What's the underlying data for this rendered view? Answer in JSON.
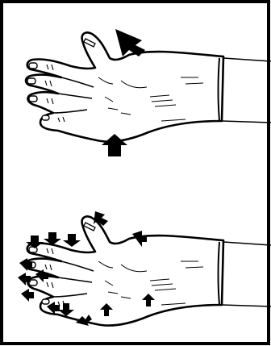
{
  "figure": {
    "panels": [
      {
        "id": "top",
        "subject": "gloved-hand",
        "markers": [
          "large-arrow",
          "large-arrow"
        ]
      },
      {
        "id": "bottom",
        "subject": "gloved-hand",
        "markers": [
          "small-arrow",
          "small-arrow",
          "small-arrow",
          "small-arrow",
          "small-arrow",
          "small-arrow",
          "small-arrow",
          "small-arrow",
          "small-arrow",
          "small-arrow",
          "small-arrow",
          "small-arrow",
          "small-arrow"
        ]
      }
    ],
    "colors": {
      "ink": "#000000",
      "paper": "#ffffff"
    }
  }
}
